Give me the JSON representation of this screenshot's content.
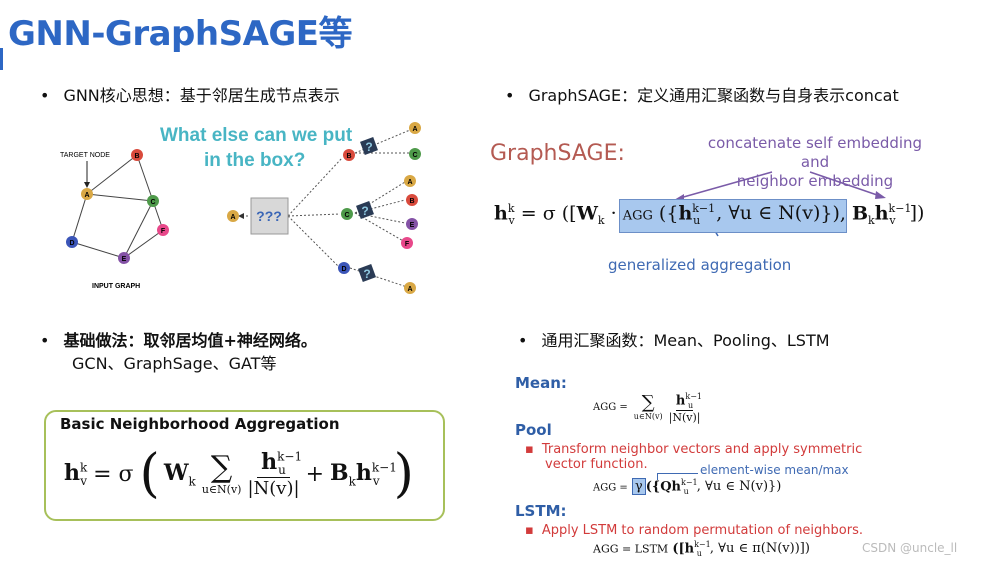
{
  "title": "GNN-GraphSAGE等",
  "s1": {
    "bullet": "GNN核心思想：基于邻居生成节点表示",
    "question": [
      "What else can we put",
      "in the box?"
    ],
    "target_label": "TARGET NODE",
    "input_graph_label": "INPUT GRAPH",
    "box_label": "???",
    "nodes": {
      "A": "A",
      "B": "B",
      "C": "C",
      "D": "D",
      "E": "E",
      "F": "F"
    },
    "q": "?"
  },
  "s2": {
    "bullet": "GraphSAGE：定义通用汇聚函数与自身表示concat",
    "heading": "GraphSAGE:",
    "annot_top": [
      "concatenate self embedding and",
      "neighbor embedding"
    ],
    "annot_bottom": "generalized aggregation",
    "formula": {
      "lhs": "h",
      "lhs_sup": "k",
      "lhs_sub": "v",
      "eq": "= σ",
      "w": "W",
      "w_sub": "k",
      "agg": "AGG",
      "hu": "h",
      "hu_sup": "k−1",
      "hu_sub": "u",
      "forall": ", ∀u ∈ N(v)",
      "b": "B",
      "b_sub": "k",
      "hv": "h",
      "hv_sup": "k−1",
      "hv_sub": "v"
    }
  },
  "s3": {
    "bullet": "基础做法：取邻居均值+神经网络。",
    "sub": "GCN、GraphSage、GAT等",
    "box_title": "Basic Neighborhood Aggregation",
    "formula": {
      "lhs": "h",
      "lhs_sup": "k",
      "lhs_sub": "v",
      "eq": "= σ",
      "w": "W",
      "w_sub": "k",
      "sum_sub": "u∈N(v)",
      "num": "h",
      "num_sup": "k−1",
      "num_sub": "u",
      "den": "|N(v)|",
      "plus": "+",
      "b": "B",
      "b_sub": "k",
      "hv": "h",
      "hv_sup": "k−1",
      "hv_sub": "v"
    }
  },
  "s4": {
    "bullet": "通用汇聚函数：Mean、Pooling、LSTM",
    "mean_h": "Mean:",
    "mean_formula_lhs": "AGG =",
    "mean_sum_sub": "u∈N(v)",
    "mean_num": "h",
    "mean_num_sup": "k−1",
    "mean_num_sub": "u",
    "mean_den": "|N(v)|",
    "pool_h": "Pool",
    "pool_text": [
      "Transform neighbor vectors and apply symmetric",
      "vector function."
    ],
    "pool_note": "element-wise mean/max",
    "pool_formula": {
      "lhs": "AGG =",
      "gamma": "γ",
      "rest": "({Qh",
      "sup": "k−1",
      "sub": "u",
      "tail": ", ∀u ∈ N(v)})"
    },
    "lstm_h": "LSTM:",
    "lstm_text": "Apply LSTM to random permutation of neighbors.",
    "lstm_formula": {
      "lhs": "AGG = LSTM",
      "rest": "([h",
      "sup": "k−1",
      "sub": "u",
      "tail": ", ∀u ∈ π(N(v))])"
    },
    "watermark": "CSDN @uncle_ll"
  }
}
